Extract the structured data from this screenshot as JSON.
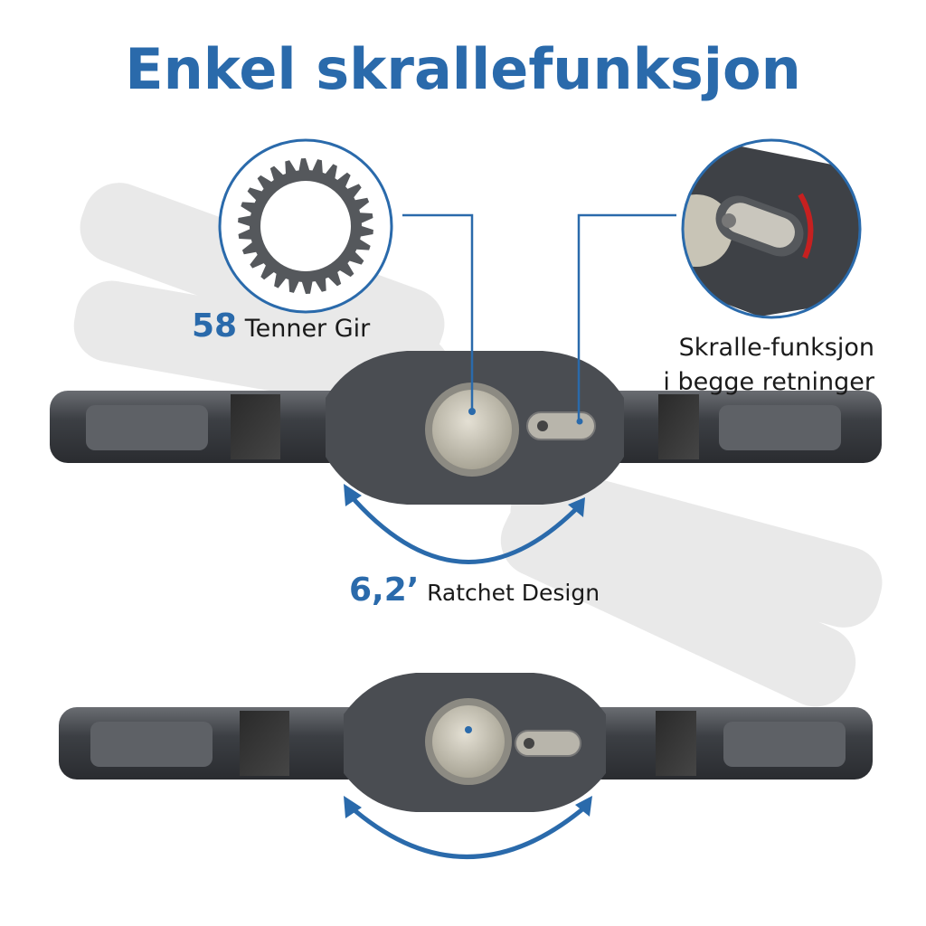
{
  "title": "Enkel skrallefunksjon",
  "gear_callout": {
    "number": "58",
    "text": "Tenner Gir",
    "teeth": 58
  },
  "switch_callout": {
    "line1": "Skralle-funksjon",
    "line2": "i begge retninger"
  },
  "angle_callout": {
    "number": "6,2",
    "degree_mark": "’",
    "text": "Ratchet Design"
  },
  "colors": {
    "accent": "#2a6aab",
    "body": "#4a4d52",
    "text": "#1a1a1a"
  }
}
